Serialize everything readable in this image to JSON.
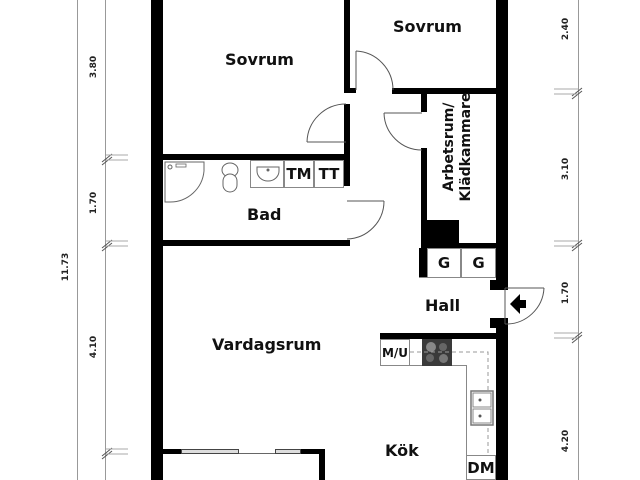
{
  "floor_plan": {
    "rooms": [
      {
        "id": "sovrum-1",
        "label": "Sovrum"
      },
      {
        "id": "sovrum-2",
        "label": "Sovrum"
      },
      {
        "id": "arbetsrum",
        "label_line1": "Arbetsrum/",
        "label_line2": "Klädkammare"
      },
      {
        "id": "bad",
        "label": "Bad"
      },
      {
        "id": "hall",
        "label": "Hall"
      },
      {
        "id": "vardagsrum",
        "label": "Vardagsrum"
      },
      {
        "id": "kok",
        "label": "Kök"
      }
    ],
    "fixtures": {
      "tm": "TM",
      "tt": "TT",
      "g1": "G",
      "g2": "G",
      "mu": "M/U",
      "dm": "DM"
    },
    "dimensions": {
      "left_total": "11.73",
      "left_segments": [
        "3.80",
        "1.70",
        "4.10"
      ],
      "right_segments": [
        "2.40",
        "3.10",
        "1.70",
        "4.20"
      ]
    },
    "entrance_icon": "entrance-arrow-icon",
    "colors": {
      "wall": "#000000",
      "dimension_line": "#999999",
      "background": "#ffffff",
      "stove": "#3a3a3a"
    }
  }
}
